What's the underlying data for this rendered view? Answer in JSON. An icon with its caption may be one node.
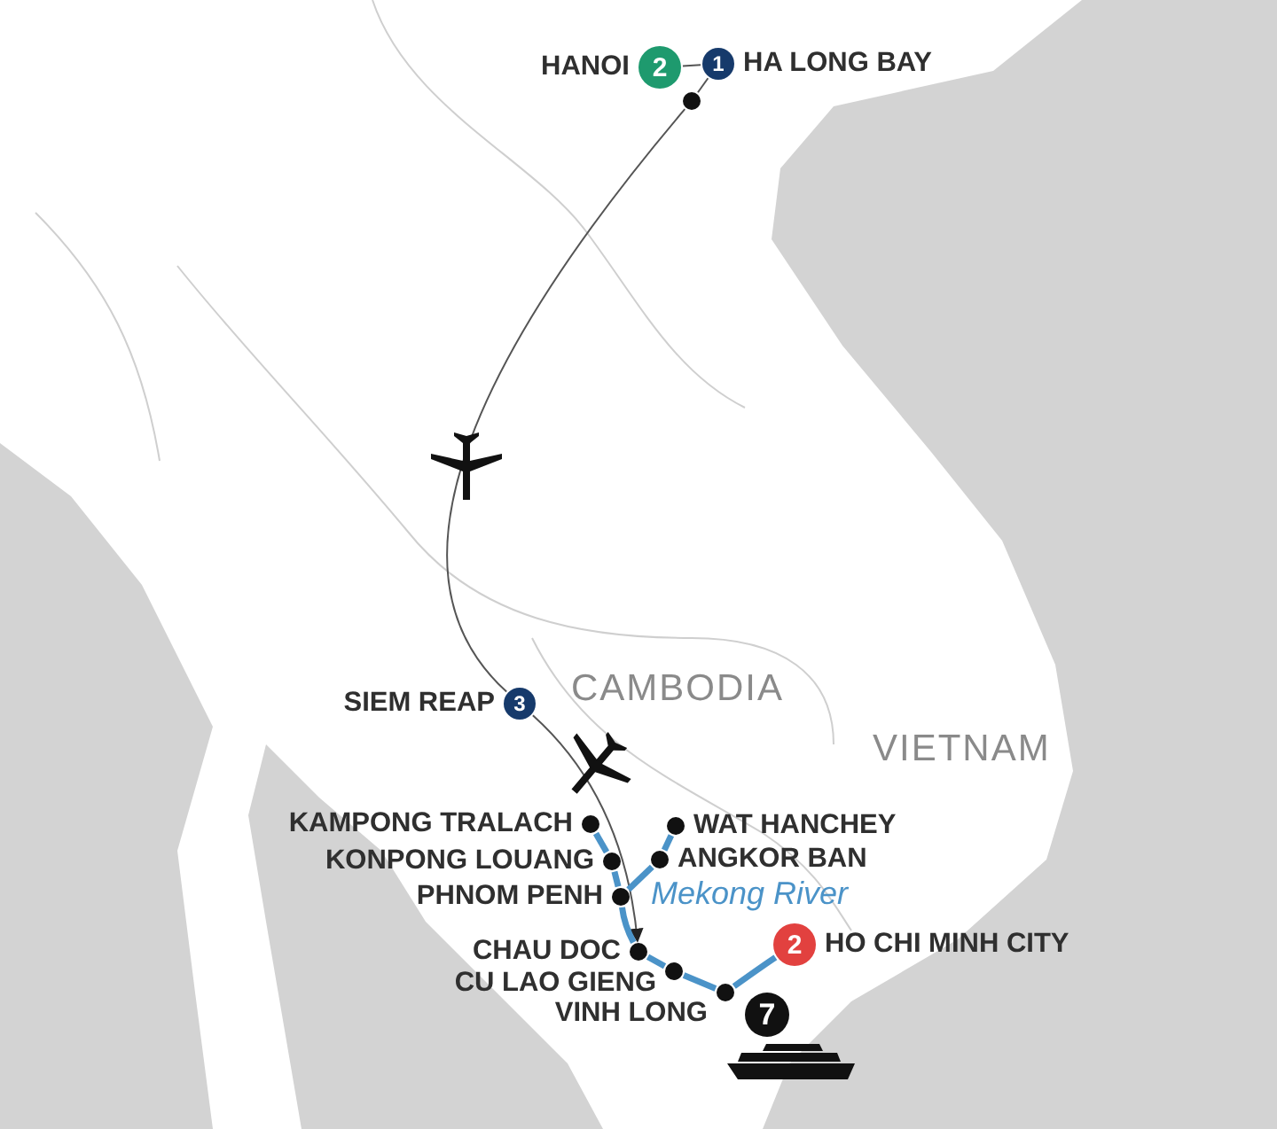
{
  "diagram": {
    "nodes": [
      {
        "text": [
          "HANOI",
          "2"
        ]
      },
      {
        "text": [
          "1",
          "HA LONG BAY"
        ]
      },
      {
        "text": [],
        "shape": "circle"
      },
      {
        "text": [
          "SIEM REAP",
          "3"
        ]
      },
      {
        "text": [
          "KAMPONG TRALACH"
        ]
      },
      {
        "text": [
          "WAT HANCHEY"
        ]
      },
      {
        "text": [
          "KONPONG LOUANG"
        ]
      },
      {
        "text": [
          "ANGKOR BAN"
        ]
      },
      {
        "text": [
          "PHNOM PENH"
        ]
      },
      {
        "text": [
          "CHAU DOC"
        ]
      },
      {
        "text": [
          "CU LAO GIENG"
        ]
      },
      {
        "text": [
          "VINH LONG"
        ]
      },
      {
        "text": [
          "2",
          "HO CHI MINH CITY"
        ]
      }
    ],
    "edges": [
      {
        "from": 0,
        "to": 1,
        "arrow": "none",
        "color": "#555555"
      },
      {
        "from": 1,
        "to": 2,
        "arrow": "none",
        "color": "#555555"
      },
      {
        "from": 2,
        "to": 3,
        "arrow": "none",
        "color": "#555555"
      },
      {
        "from": 3,
        "to": 9,
        "arrow": "to",
        "color": "#555555"
      },
      {
        "from": 4,
        "to": 6,
        "arrow": "none"
      },
      {
        "from": 6,
        "to": 8,
        "arrow": "none"
      },
      {
        "from": 5,
        "to": 7,
        "arrow": "none"
      },
      {
        "from": 7,
        "to": 8,
        "arrow": "none"
      },
      {
        "from": 8,
        "to": 9,
        "arrow": "none"
      },
      {
        "from": 9,
        "to": 10,
        "arrow": "none"
      },
      {
        "from": 10,
        "to": 11,
        "arrow": "none"
      },
      {
        "from": 11,
        "to": 12,
        "arrow": "none"
      }
    ],
    "labels": [
      "CAMBODIA",
      "VIETNAM",
      "Mekong River",
      "7"
    ]
  }
}
